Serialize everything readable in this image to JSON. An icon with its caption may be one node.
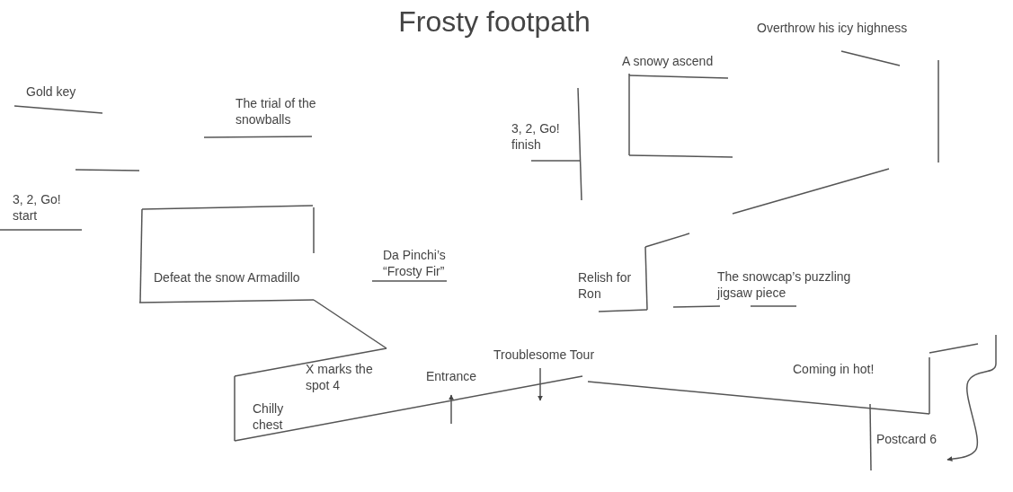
{
  "diagram": {
    "title": "Frosty footpath",
    "labels": [
      "Overthrow his icy highness",
      "A snowy ascend",
      "Gold key",
      "The trial of the snowballs",
      "3, 2, Go! finish",
      "3, 2, Go! start",
      "Da Pinchi’s “Frosty Fir”",
      "Defeat the snow Armadillo",
      "Relish for Ron",
      "The snowcap’s puzzling jigsaw piece",
      "Troublesome Tour",
      "X marks the spot 4",
      "Entrance",
      "Coming in hot!",
      "Chilly chest",
      "Postcard 6"
    ]
  }
}
